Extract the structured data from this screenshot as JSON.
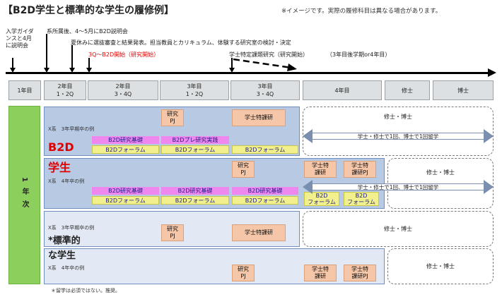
{
  "title": "【B2D学生と標準的な学生の履修例】",
  "note": "※イメージです。実際の履修科目は異なる場合があります。",
  "annotations": {
    "a1": "入学ガイダ\nンスと4月\nに説明会",
    "a2": "系所属後、4～5月にB2D説明会",
    "a3": "夏休みに選抜審査と結果発表。担当教員とカリキュラム、体験する研究室の検討・決定",
    "a4": "3Q～B2D開始（研究開始）",
    "a5_black": "学士特定課題研究（研究開始）",
    "a5_note": "（3年目後学期or4年目）"
  },
  "periods": [
    {
      "label": "1年目"
    },
    {
      "label": "2年目\n1・2Q"
    },
    {
      "label": "2年目\n3・4Q"
    },
    {
      "label": "3年目\n1・2Q"
    },
    {
      "label": "3年目\n3・4Q"
    },
    {
      "label": "4年目"
    },
    {
      "label": "修士"
    },
    {
      "label": "博士"
    }
  ],
  "left_label": "1年次",
  "rows": {
    "r1": {
      "label": "X系　3年早期卒の例",
      "big": "B2D",
      "pj": "研究\nPJ",
      "tokken": "学士特課研",
      "kiso": "B2D研究基礎",
      "pre": "B2Dプレ研究実践",
      "forum": "B2Dフォーラム",
      "future": "修士・博士",
      "ryugaku": "学士・修士で1回、博士で1回留学"
    },
    "r2": {
      "label": "X系　4年卒の例",
      "big": "学生",
      "pj": "研究\nPJ",
      "tokken4": "学士特\n課研",
      "pj4": "学士特\n課研PJ",
      "kiso": "B2D研究基礎",
      "forum": "B2Dフォーラム",
      "forum4": "B2D\nフォーラム",
      "future": "修士・博士",
      "ryugaku": "学士・修士で1回、博士で1回留学"
    },
    "r3": {
      "label": "X系　3年早期卒の例",
      "big": "*標準的",
      "pj": "研究\nPJ",
      "tokken": "学士特課研",
      "future": "修士・博士"
    },
    "r4": {
      "label": "X系　4年卒の例",
      "big": "な学生",
      "pj": "研究\nPJ",
      "tokken4": "学士特\n課研",
      "pj4": "学士特\n課研PJ",
      "future": "修士・博士"
    }
  },
  "footnote": "＊留学は必須ではない。推奨。"
}
